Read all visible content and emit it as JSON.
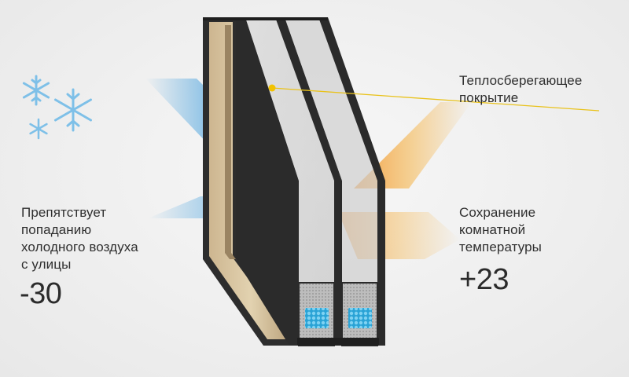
{
  "callouts": {
    "coating": {
      "lines": [
        "Теплосберегающее",
        "покрытие"
      ]
    },
    "left": {
      "lines": [
        "Препятствует",
        "попаданию",
        "холодного воздуха",
        "с улицы"
      ],
      "value": "-30"
    },
    "right": {
      "lines": [
        "Сохранение",
        "комнатной",
        "температуры"
      ],
      "value": "+23"
    }
  },
  "icons": [
    "snowflake-icon",
    "snowflake-icon",
    "snowflake-icon"
  ],
  "colors": {
    "cold_beam": "#3b9bdc",
    "warm_beam": "#f5a623",
    "leader_line": "#e9c21b",
    "frame": "#2d2d2d",
    "snowflake": "#7ec0e8",
    "desiccant": "#39b6e6"
  }
}
